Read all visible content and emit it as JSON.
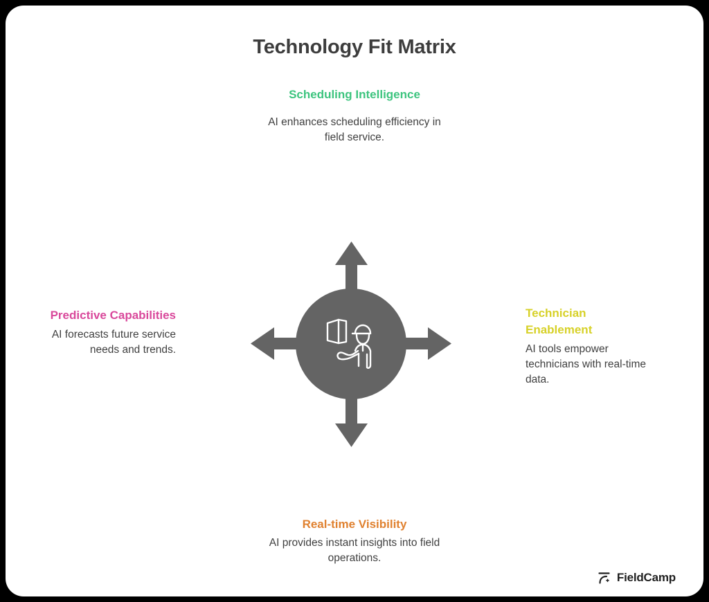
{
  "page": {
    "title": "Technology Fit Matrix",
    "background_color": "#000000",
    "card_color": "#ffffff"
  },
  "hub": {
    "icon": "concierge-door-icon",
    "color": "#646464"
  },
  "quadrants": {
    "top": {
      "heading": "Scheduling Intelligence",
      "description": "AI enhances scheduling efficiency in field service.",
      "color": "#3cc47e",
      "icon": "clock-gear-icon"
    },
    "left": {
      "heading": "Predictive Capabilities",
      "description": "AI forecasts future service needs and trends.",
      "color": "#d9489b",
      "icon": "prediction-network-icon"
    },
    "right": {
      "heading": "Technician Enablement",
      "description": "AI tools empower technicians with real-time data.",
      "color": "#d7d128",
      "icon": "technician-database-icon"
    },
    "bottom": {
      "heading": "Real-time Visibility",
      "description": "AI provides instant insights into field operations.",
      "color": "#e0812f",
      "icon": "map-pin-icon"
    }
  },
  "brand": {
    "name": "FieldCamp",
    "logo": "fieldcamp-logo-icon"
  },
  "chart_data": {
    "type": "diagram",
    "subtype": "radial-hub-and-spoke-matrix",
    "title": "Technology Fit Matrix",
    "center": {
      "label": "",
      "icon": "concierge-door-icon",
      "color": "#646464"
    },
    "spokes": [
      {
        "direction": "up",
        "heading": "Scheduling Intelligence",
        "description": "AI enhances scheduling efficiency in field service.",
        "color": "#3cc47e",
        "icon": "clock-gear-icon"
      },
      {
        "direction": "left",
        "heading": "Predictive Capabilities",
        "description": "AI forecasts future service needs and trends.",
        "color": "#d9489b",
        "icon": "prediction-network-icon"
      },
      {
        "direction": "right",
        "heading": "Technician Enablement",
        "description": "AI tools empower technicians with real-time data.",
        "color": "#d7d128",
        "icon": "technician-database-icon"
      },
      {
        "direction": "down",
        "heading": "Real-time Visibility",
        "description": "AI provides instant insights into field operations.",
        "color": "#e0812f",
        "icon": "map-pin-icon"
      }
    ],
    "arrow_color": "#646464",
    "legend": null,
    "annotations": []
  }
}
